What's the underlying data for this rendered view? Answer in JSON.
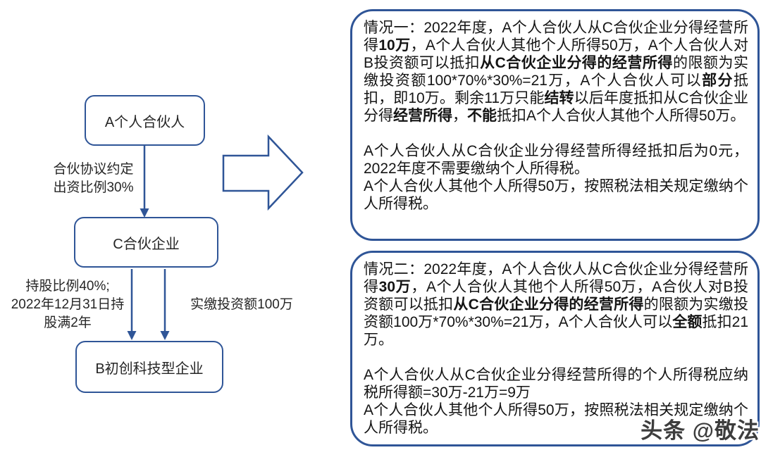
{
  "colors": {
    "accent": "#2F5597",
    "text": "#1f1f1f",
    "watermark": "#3d3d3d"
  },
  "flowchart": {
    "node_a": "A个人合伙人",
    "node_c": "C合伙企业",
    "node_b": "B初创科技型企业",
    "edge_a_c_label": "合伙协议约定\n出资比例30%",
    "edge_c_b_left_label": "持股比例40%;\n2022年12月31日持\n股满2年",
    "edge_c_b_right_label": "实缴投资额100万"
  },
  "case1": {
    "paragraphs": [
      {
        "segments": [
          {
            "t": "情况一：2022年度，A个人合伙人从C合伙企业分得经营所得",
            "b": false
          },
          {
            "t": "10万",
            "b": true
          },
          {
            "t": "，A个人合伙人其他个人所得50万，A个人合伙人对B投资额可以抵扣",
            "b": false
          },
          {
            "t": "从C合伙企业分得的经营所得",
            "b": true
          },
          {
            "t": "的限额为实缴投资额100*70%*30%=21万，A个人合伙人可以",
            "b": false
          },
          {
            "t": "部分",
            "b": true
          },
          {
            "t": "抵扣，即10万。剩余11万只能",
            "b": false
          },
          {
            "t": "结转",
            "b": true
          },
          {
            "t": "以后年度抵扣从C合伙企业分得",
            "b": false
          },
          {
            "t": "经营所得",
            "b": true
          },
          {
            "t": "，",
            "b": false
          },
          {
            "t": "不能",
            "b": true
          },
          {
            "t": "抵扣A个人合伙人其他个人所得50万。",
            "b": false
          }
        ]
      },
      {
        "segments": []
      },
      {
        "segments": [
          {
            "t": "A个人合伙人从C合伙企业分得经营所得经抵扣后为0元，2022年度不需要缴纳个人所得税。",
            "b": false
          }
        ]
      },
      {
        "segments": [
          {
            "t": "A个人合伙人其他个人所得50万，按照税法相关规定缴纳个人所得税。",
            "b": false
          }
        ]
      }
    ]
  },
  "case2": {
    "paragraphs": [
      {
        "segments": [
          {
            "t": "情况二：2022年度，A个人合伙人从C合伙企业分得经营所得",
            "b": false
          },
          {
            "t": "30万",
            "b": true
          },
          {
            "t": "，A个人合伙人其他个人所得50万，A合伙人对B投资额可以抵扣",
            "b": false
          },
          {
            "t": "从C合伙企业分得的经营所得",
            "b": true
          },
          {
            "t": "的限额为实缴投资额100万*70%*30%=21万，A个人合伙人可以",
            "b": false
          },
          {
            "t": "全额",
            "b": true
          },
          {
            "t": "抵扣21万。",
            "b": false
          }
        ]
      },
      {
        "segments": []
      },
      {
        "segments": [
          {
            "t": "A个人合伙人从C合伙企业分得经营所得的个人所得税应纳税所得额=30万-21万=9万",
            "b": false
          }
        ]
      },
      {
        "segments": [
          {
            "t": "A个人合伙人其他个人所得50万，按照税法相关规定缴纳个人所得税。",
            "b": false
          }
        ]
      }
    ]
  },
  "watermark": {
    "text": "头条 @敬法"
  }
}
